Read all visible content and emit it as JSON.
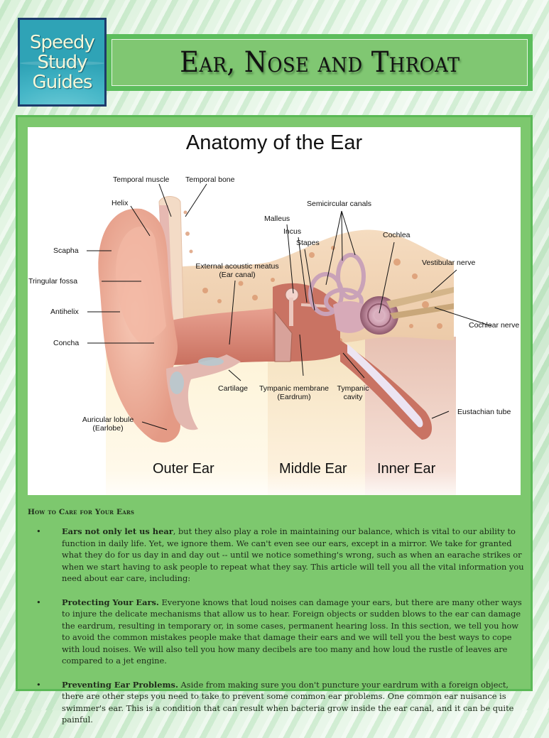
{
  "logo": {
    "lines": [
      "Speedy",
      "Study",
      "Guides"
    ]
  },
  "banner": {
    "title": "Ear, Nose and Throat"
  },
  "diagram": {
    "title": "Anatomy of the Ear",
    "regions": [
      "Outer Ear",
      "Middle Ear",
      "Inner Ear"
    ],
    "labels": {
      "temporal_muscle": "Temporal muscle",
      "temporal_bone": "Temporal bone",
      "helix": "Helix",
      "scapha": "Scapha",
      "triangular_fossa": "Tringular fossa",
      "antihelix": "Antihelix",
      "concha": "Concha",
      "external_meatus_1": "External acoustic meatus",
      "external_meatus_2": "(Ear canal)",
      "malleus": "Malleus",
      "incus": "Incus",
      "stapes": "Stapes",
      "semicircular_canals": "Semicircular canals",
      "cochlea": "Cochlea",
      "vestibular_nerve": "Vestibular nerve",
      "cochlear_nerve": "Cochlear nerve",
      "cartilage": "Cartilage",
      "tympanic_membrane_1": "Tympanic membrane",
      "tympanic_membrane_2": "(Eardrum)",
      "tympanic_cavity_1": "Tympanic",
      "tympanic_cavity_2": "cavity",
      "auricular_lobule_1": "Auricular lobule",
      "auricular_lobule_2": "(Earlobe)",
      "eustachian_tube": "Eustachian tube"
    }
  },
  "care": {
    "heading": "How to Care for Your Ears",
    "bullets": [
      {
        "lead": "Ears not only let us hear",
        "text": ", but they also play a role in maintaining our balance, which is vital to our ability to function in daily life. Yet, we ignore them. We can't even see our ears, except in a mirror. We take for granted what they do for us day in and day out -- until we notice something's wrong, such as when an earache strikes or when we start having to ask people to repeat what they say. This article will tell you all the vital information you need about ear care, including:"
      },
      {
        "lead": "Protecting Your Ears.",
        "text": " Everyone knows that loud noises can damage your ears, but there are many other ways to injure the delicate mechanisms that allow us to hear. Foreign objects or sudden blows to the ear can damage the eardrum, resulting in temporary or, in some cases, permanent hearing loss.  In this section, we tell you how to avoid the common mistakes people make that damage their ears and we will tell you the best ways to cope with loud noises. We will also tell you how many decibels are too many and how loud the rustle of leaves are compared to a jet engine."
      },
      {
        "lead": "Preventing Ear Problems.",
        "text": " Aside from making sure you don't puncture your eardrum with a foreign object, there are other steps you need to take to prevent some common ear problems. One common ear nuisance is swimmer's ear. This is a condition that can result when bacteria grow inside the ear canal, and it can be quite painful."
      }
    ],
    "bullet_glyph": "•"
  },
  "colors": {
    "panel_green": "#7dc86e",
    "border_green": "#5bb956",
    "logo_teal": "#45b6c7",
    "logo_border": "#1d3a6b"
  }
}
